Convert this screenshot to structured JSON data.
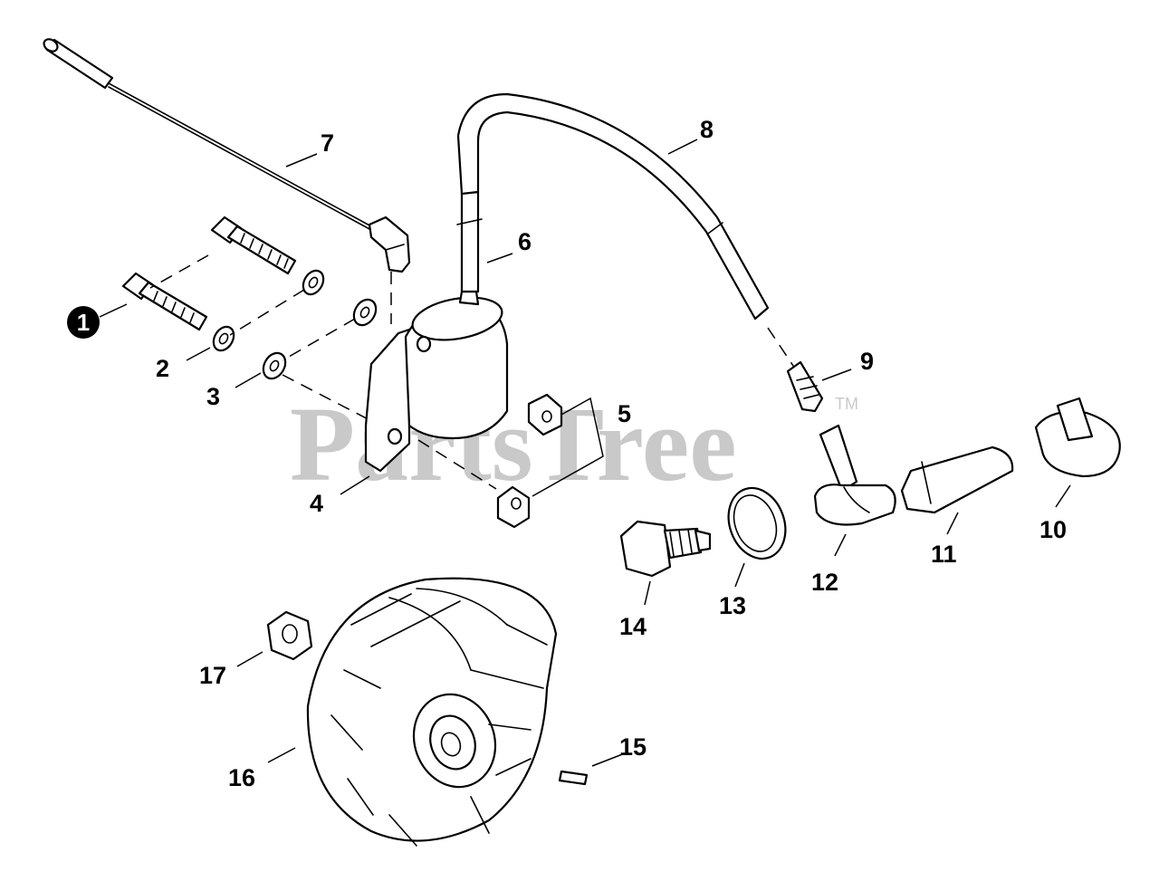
{
  "watermark": {
    "text": "PartsTree",
    "trademark": "TM"
  },
  "callouts": {
    "c1": "1",
    "c2": "2",
    "c3": "3",
    "c4": "4",
    "c5": "5",
    "c6": "6",
    "c7": "7",
    "c8": "8",
    "c9": "9",
    "c10": "10",
    "c11": "11",
    "c12": "12",
    "c13": "13",
    "c14": "14",
    "c15": "15",
    "c16": "16",
    "c17": "17"
  }
}
